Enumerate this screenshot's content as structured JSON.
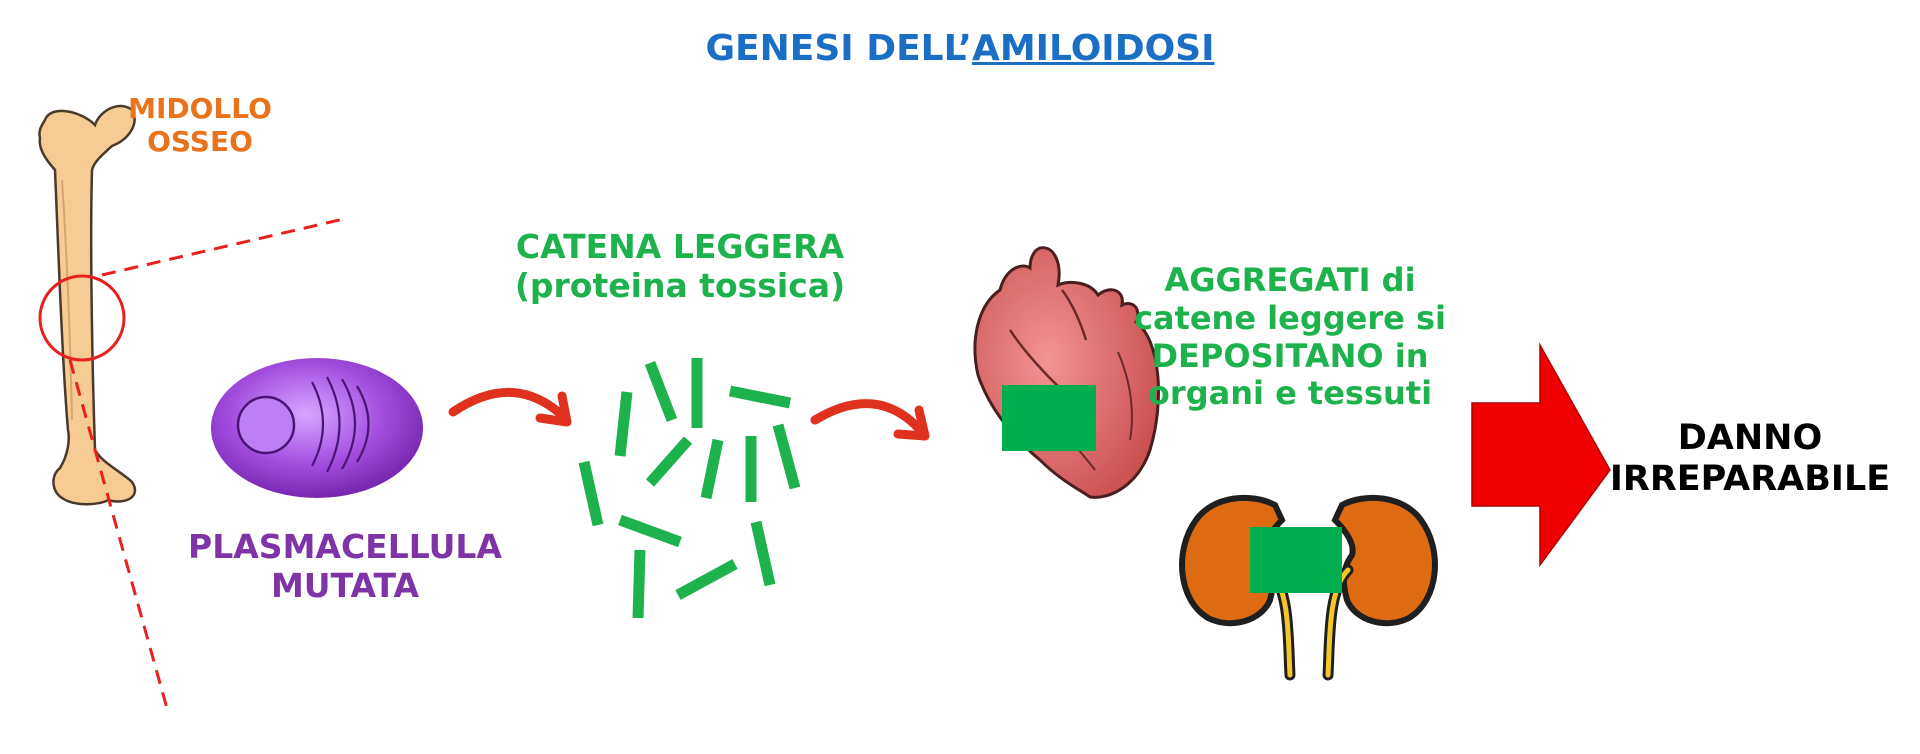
{
  "title": {
    "part1": "GENESI DELL’",
    "part2": "AMILOIDOSI"
  },
  "bone": {
    "line1": "MIDOLLO",
    "line2": "OSSEO"
  },
  "cell": {
    "line1": "PLASMACELLULA",
    "line2": "MUTATA"
  },
  "chain": {
    "line1": "CATENA LEGGERA",
    "line2": "(proteina tossica)"
  },
  "aggregates": {
    "line1": "AGGREGATI di",
    "line2": "catene leggere si",
    "line3": "DEPOSITANO in",
    "line4": "organi e tessuti"
  },
  "damage": {
    "line1": "DANNO",
    "line2": "IRREPARABILE"
  },
  "colors": {
    "title": "#1a6fc4",
    "bone_label": "#e8731a",
    "cell_label": "#7e34a6",
    "green": "#1db24c",
    "arrow_red": "#e0301e",
    "big_arrow": "#f00000",
    "bone_fill": "#f7cb94",
    "heart_fill": "#e56a6a",
    "kidney_fill": "#de6a12"
  }
}
